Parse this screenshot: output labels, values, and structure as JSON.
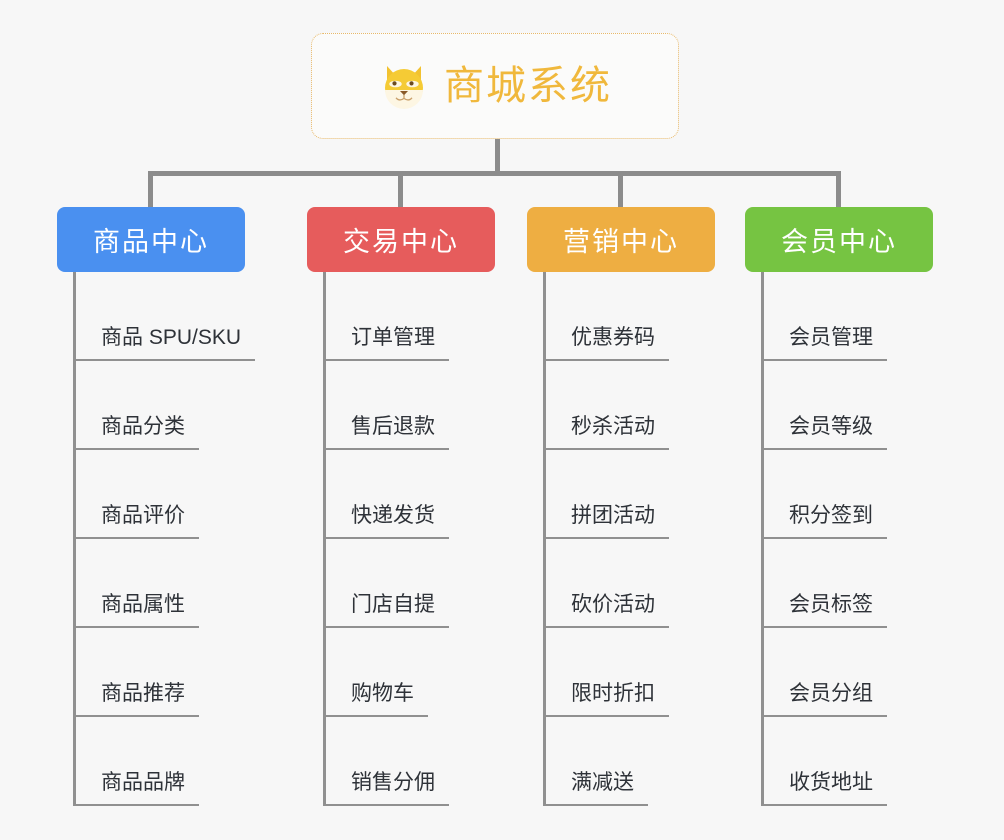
{
  "page": {
    "background_color": "#f7f7f7",
    "line_color": "#8c8c8c"
  },
  "root": {
    "title": "商城系统",
    "icon": "shiba-dog-face-emoji",
    "text_color": "#f0b83c",
    "border_color": "#e8b96a"
  },
  "columns": [
    {
      "header": "商品中心",
      "color": "#4a90f0",
      "items": [
        "商品 SPU/SKU",
        "商品分类",
        "商品评价",
        "商品属性",
        "商品推荐",
        "商品品牌"
      ]
    },
    {
      "header": "交易中心",
      "color": "#e65c5c",
      "items": [
        "订单管理",
        "售后退款",
        "快递发货",
        "门店自提",
        "购物车",
        "销售分佣"
      ]
    },
    {
      "header": "营销中心",
      "color": "#eeae42",
      "items": [
        "优惠券码",
        "秒杀活动",
        "拼团活动",
        "砍价活动",
        "限时折扣",
        "满减送"
      ]
    },
    {
      "header": "会员中心",
      "color": "#76c442",
      "items": [
        "会员管理",
        "会员等级",
        "积分签到",
        "会员标签",
        "会员分组",
        "收货地址"
      ]
    }
  ]
}
